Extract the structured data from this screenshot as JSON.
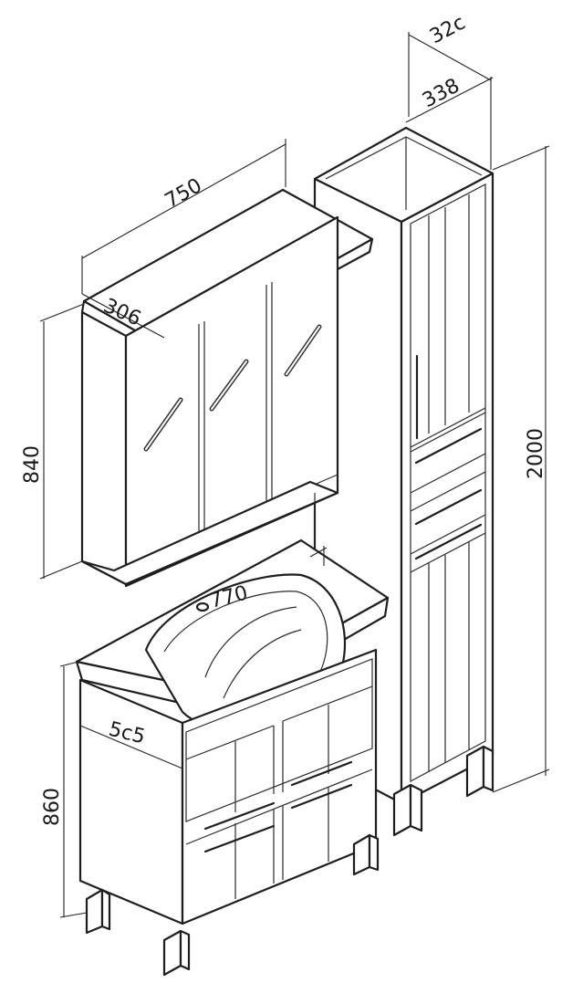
{
  "dimensions": {
    "column_depth": "32c",
    "column_width": "338",
    "mirror_width": "750",
    "mirror_depth": "306",
    "mirror_height": "840",
    "column_height": "2000",
    "basin_width": "770",
    "vanity_depth": "5c5",
    "vanity_height": "860"
  },
  "colors": {
    "line": "#1e1e1e",
    "background": "#ffffff"
  }
}
